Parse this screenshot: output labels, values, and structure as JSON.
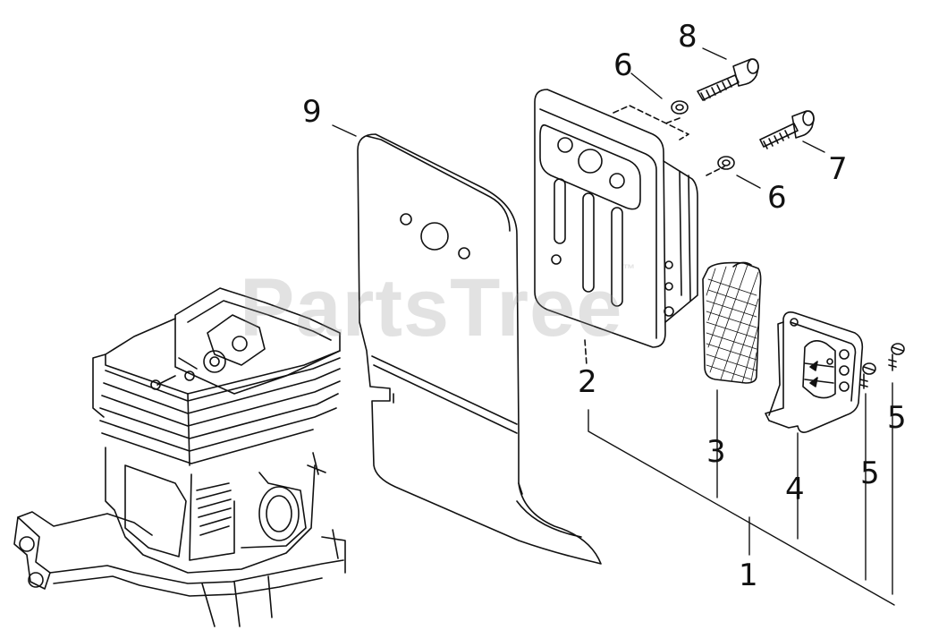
{
  "watermark": {
    "text": "PartsTree",
    "trademark": "™"
  },
  "callouts": {
    "c1": "1",
    "c2": "2",
    "c3": "3",
    "c4": "4",
    "c5a": "5",
    "c5b": "5",
    "c6a": "6",
    "c6b": "6",
    "c7": "7",
    "c8": "8",
    "c9": "9"
  },
  "colors": {
    "line": "#111111",
    "watermark": "#969696",
    "background": "#ffffff"
  }
}
